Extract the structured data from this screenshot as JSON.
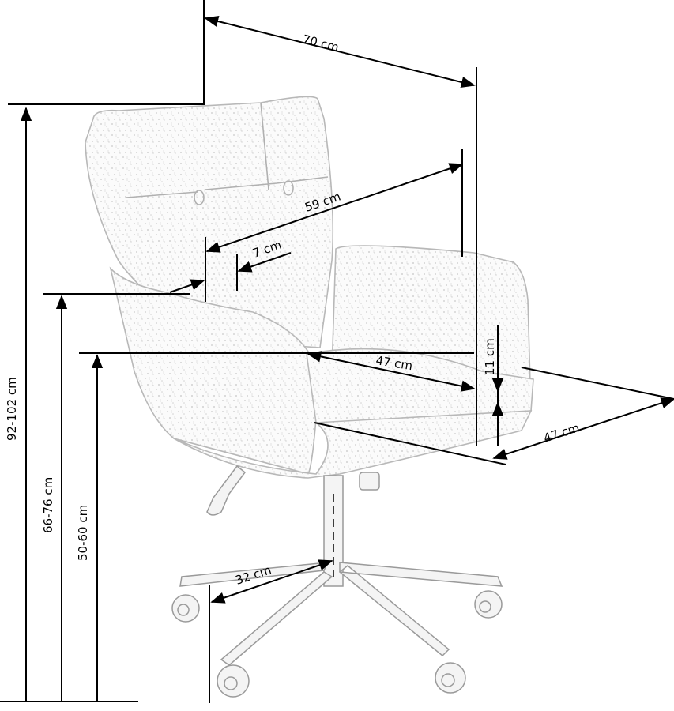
{
  "dimensions": {
    "total_width": "70 cm",
    "backrest_width": "59 cm",
    "armrest_width": "7 cm",
    "seat_depth": "47 cm",
    "seat_thickness": "11 cm",
    "seat_width": "47 cm",
    "base_radius": "32 cm",
    "total_height": "92-102 cm",
    "armrest_height": "66-76 cm",
    "seat_height": "50-60 cm"
  },
  "colors": {
    "line": "#000000",
    "sketch": "#b8b8b8"
  }
}
